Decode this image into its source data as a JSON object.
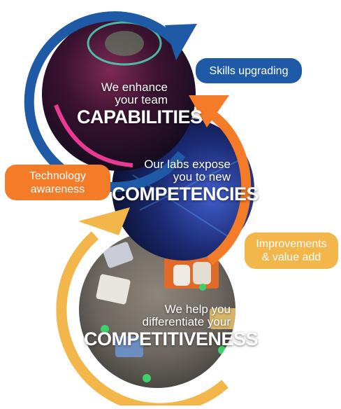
{
  "diagram": {
    "circles": [
      {
        "id": "capabilities",
        "lines": [
          "We enhance",
          "your team"
        ],
        "emphasis": "CAPABILITIES"
      },
      {
        "id": "competencies",
        "lines": [
          "Our labs expose",
          "you to new"
        ],
        "emphasis": "COMPETENCIES"
      },
      {
        "id": "competitiveness",
        "lines": [
          "We help you",
          "differentiate your"
        ],
        "emphasis": "COMPETITIVENESS"
      }
    ],
    "labels": {
      "skills": "Skills upgrading",
      "tech": [
        "Technology",
        "awareness"
      ],
      "improvements": [
        "Improvements",
        "& value add"
      ]
    }
  },
  "colors": {
    "blue": "#1f5aa6",
    "orange": "#f47b28",
    "yellow": "#f2b64b",
    "text": "#ffffff"
  }
}
